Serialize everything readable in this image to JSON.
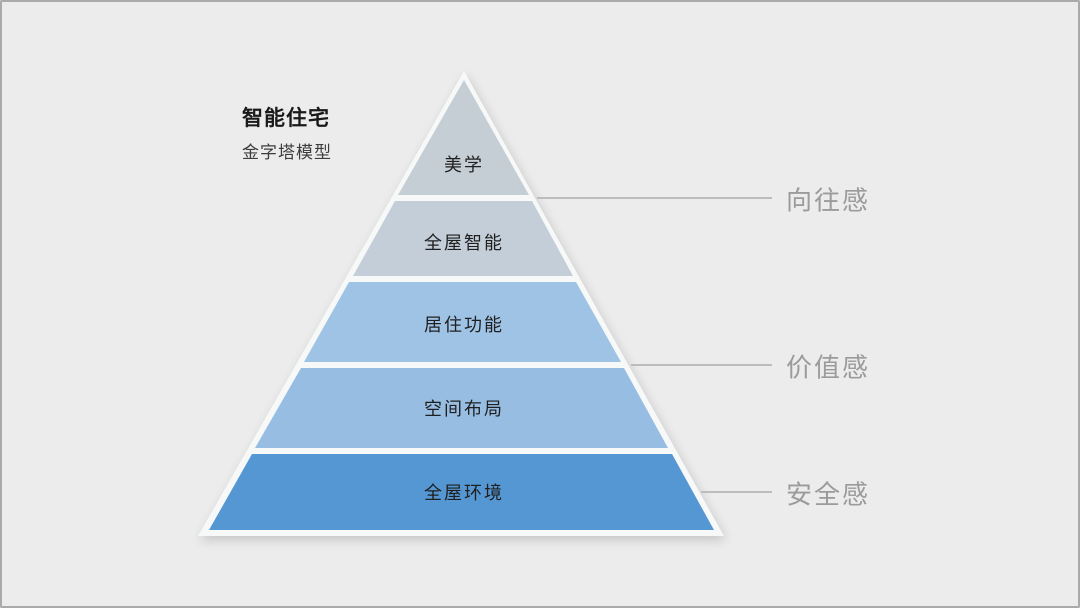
{
  "title": {
    "main": "智能住宅",
    "subtitle": "金字塔模型"
  },
  "pyramid": {
    "layers": [
      {
        "label": "美学",
        "color": "#c5ced4"
      },
      {
        "label": "全屋智能",
        "color": "#c3ced9"
      },
      {
        "label": "居住功能",
        "color": "#9fc3e5"
      },
      {
        "label": "空间布局",
        "color": "#97bee2"
      },
      {
        "label": "全屋环境",
        "color": "#5597d2"
      }
    ],
    "outline_color": "#f7f8f8"
  },
  "annotations": [
    {
      "label": "向往感"
    },
    {
      "label": "价值感"
    },
    {
      "label": "安全感"
    }
  ],
  "colors": {
    "background": "#ececec",
    "frame_border": "#aaaaaa",
    "leader_line": "#bcbcbc",
    "side_label_text": "#9b9b9b",
    "layer_label_text": "#1f1f1f"
  }
}
